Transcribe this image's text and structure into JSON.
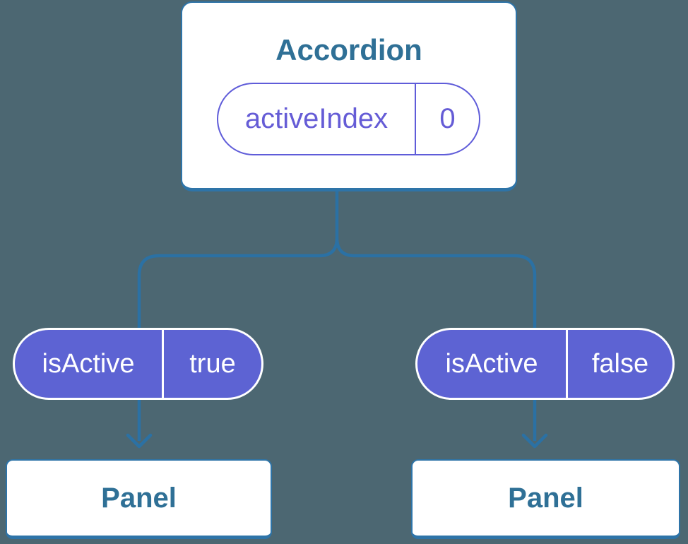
{
  "colors": {
    "background": "#4C6772",
    "connector_line": "#2B71A4",
    "card_border": "#2E74A8",
    "card_fill": "#FFFFFF",
    "heading_text": "#2F7096",
    "prop_pill_fill": "#5D63D3",
    "prop_pill_border": "#FFFFFF",
    "prop_pill_text": "#FFFFFF",
    "state_pill_border": "#5F5CD9",
    "state_pill_text": "#655CD6"
  },
  "root_component": {
    "title": "Accordion",
    "state_pill": {
      "name": "activeIndex",
      "value": "0"
    }
  },
  "children": [
    {
      "prop_pill": {
        "name": "isActive",
        "value": "true"
      },
      "component": {
        "title": "Panel"
      }
    },
    {
      "prop_pill": {
        "name": "isActive",
        "value": "false"
      },
      "component": {
        "title": "Panel"
      }
    }
  ]
}
